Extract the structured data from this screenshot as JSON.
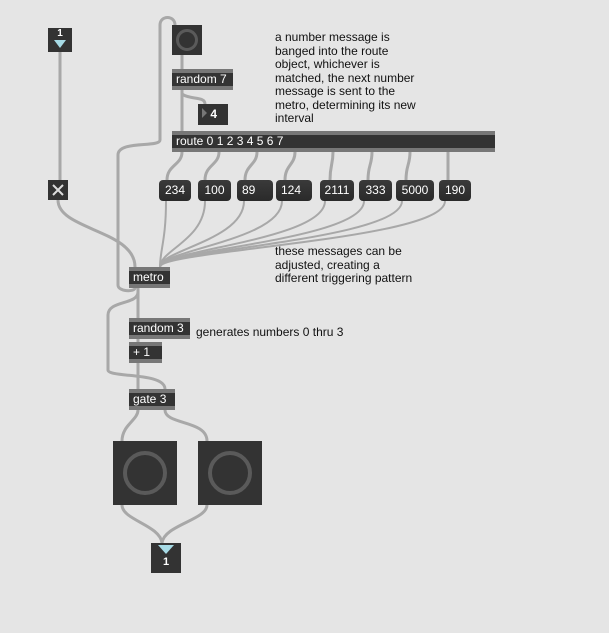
{
  "inlet": {
    "label": "1"
  },
  "outlet": {
    "label": "1"
  },
  "toggle": {
    "icon": "x-icon"
  },
  "objects": {
    "random7": "random 7",
    "route": "route 0 1 2 3 4 5 6 7",
    "metro": "metro",
    "random3": "random 3",
    "plus1": "+ 1",
    "gate": "gate 3"
  },
  "number_box": {
    "value": "4"
  },
  "messages": [
    "234",
    "100",
    "89",
    "124",
    "2111",
    "333",
    "5000",
    "190"
  ],
  "comments": {
    "route_note": "a number message is banged into the route object, whichever is matched, the next number message is sent to the metro, determining its new interval",
    "messages_note": "these messages can be adjusted, creating a different triggering pattern",
    "random_note": "generates numbers 0 thru 3"
  },
  "colors": {
    "background": "#e5e5e5",
    "object": "#333333",
    "cord": "#a8a8a8"
  }
}
